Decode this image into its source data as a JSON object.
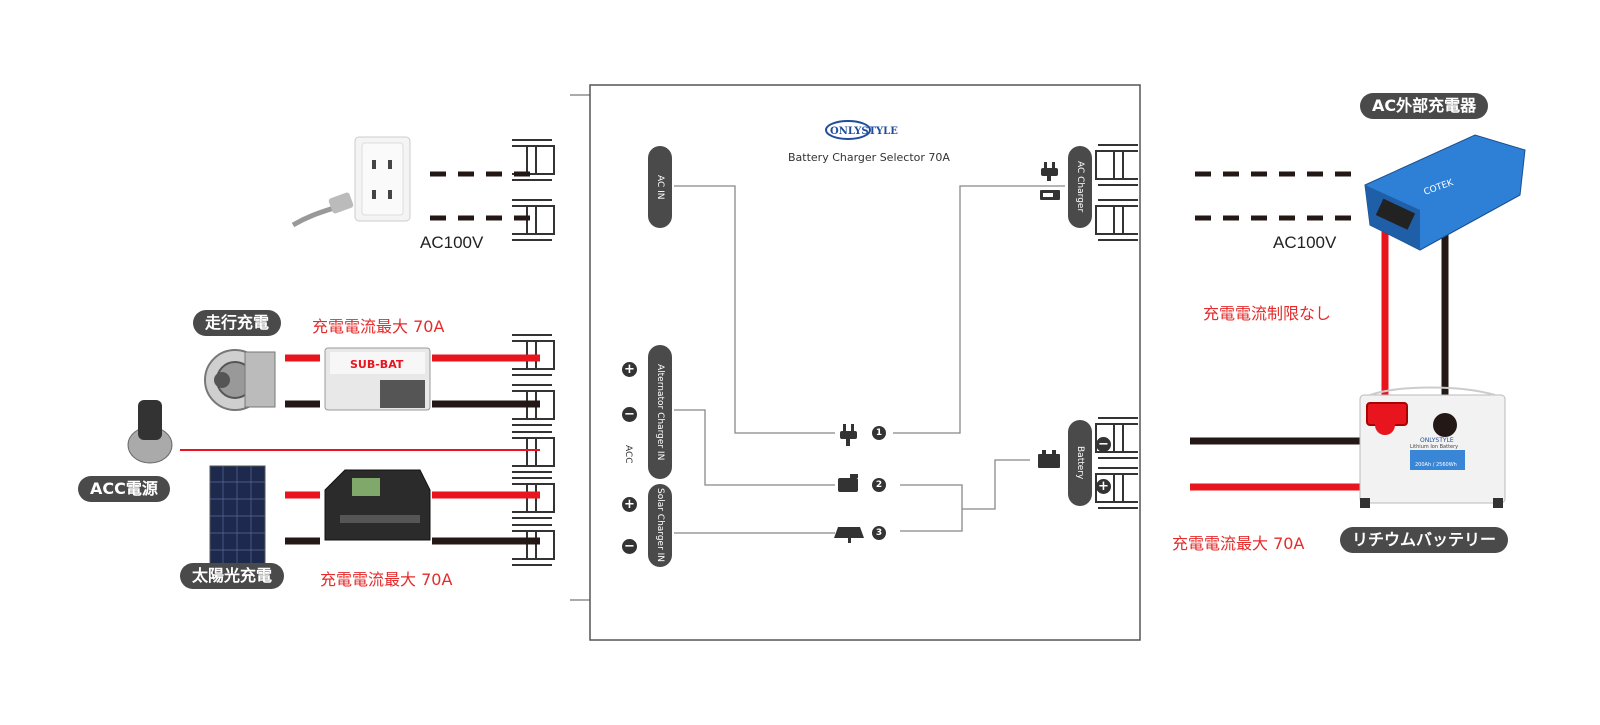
{
  "device": {
    "brand": "ONLYSTYLE",
    "model": "Battery Charger Selector 70A",
    "ports": {
      "ac_in": "AC IN",
      "ac_charger": "AC Charger",
      "alternator": "Alternator Charger IN",
      "acc": "ACC",
      "solar": "Solar Charger IN",
      "battery": "Battery"
    },
    "numbers": [
      "1",
      "2",
      "3"
    ],
    "plus": "+",
    "minus": "−"
  },
  "left": {
    "ac_label": "AC100V",
    "driving_label": "走行充電",
    "driving_current": "充電電流最大 70A",
    "acc_label": "ACC電源",
    "solar_label": "太陽光充電",
    "solar_current": "充電電流最大 70A"
  },
  "right": {
    "ac_charger_label": "AC外部充電器",
    "ac_label": "AC100V",
    "no_limit": "充電電流制限なし",
    "battery_current": "充電電流最大 70A",
    "battery_label": "リチウムバッテリー",
    "charger_brand": "COTEK",
    "battery_brand": "ONLYSTYLE",
    "battery_type": "Lithium Ion Battery",
    "battery_spec": "200Ah / 2560Wh"
  },
  "colors": {
    "wire_red": "#e8141e",
    "wire_black": "#231815",
    "pill": "#4a4a4a",
    "accent_red_text": "#e52b2b",
    "brand_blue": "#1f4d9c",
    "charger_blue": "#2e7fd6"
  }
}
